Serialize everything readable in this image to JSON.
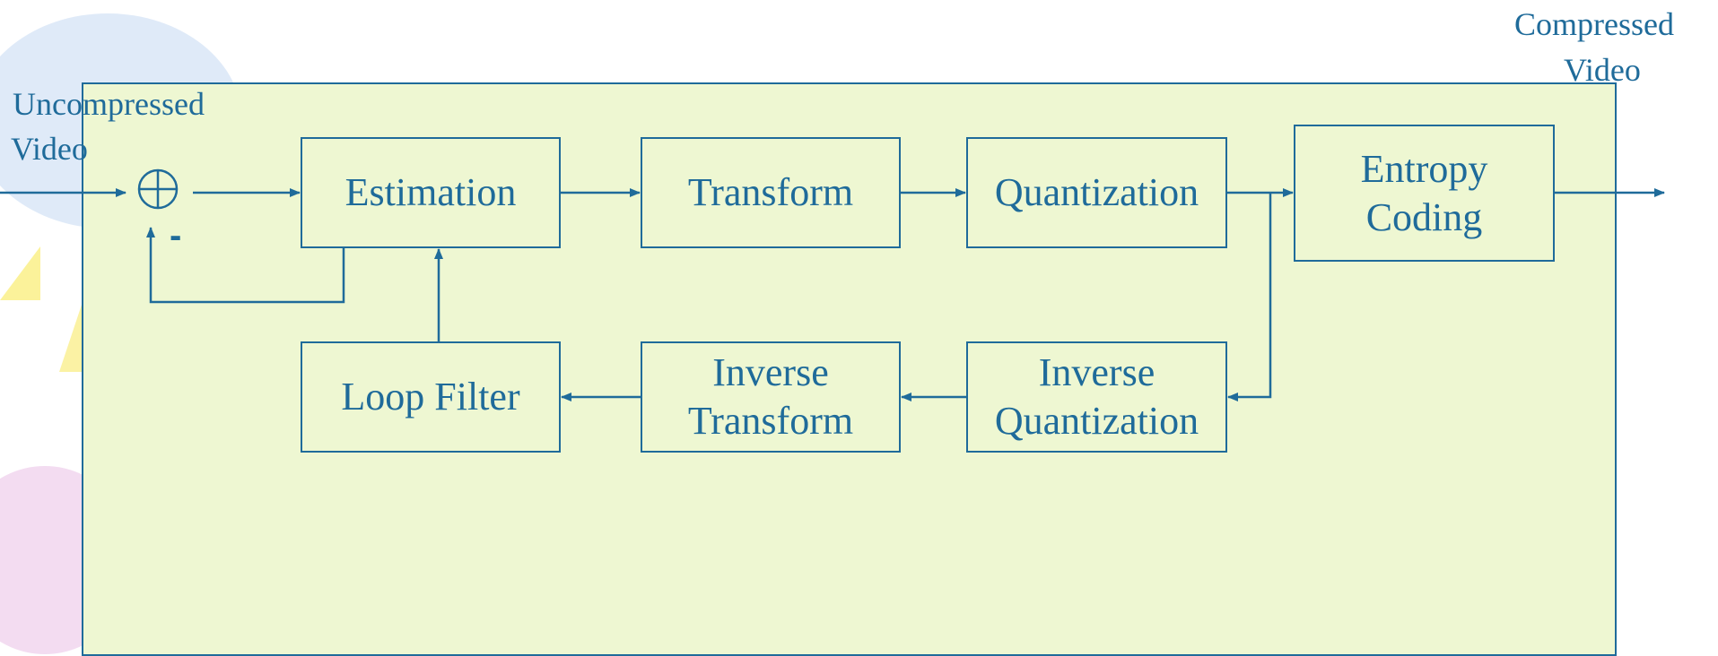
{
  "labels": {
    "input": [
      "Uncompressed",
      "Video"
    ],
    "output": [
      "Compressed",
      "Video"
    ],
    "minus": "-"
  },
  "blocks": {
    "estimation": "Estimation",
    "transform": "Transform",
    "quantization": "Quantization",
    "entropy": [
      "Entropy",
      "Coding"
    ],
    "loop_filter": "Loop Filter",
    "inverse_transform": [
      "Inverse",
      "Transform"
    ],
    "inverse_quantization": [
      "Inverse",
      "Quantization"
    ]
  },
  "colors": {
    "stroke": "#1f6b9a",
    "panel": "#eef7d2"
  },
  "icons": {
    "summing_junction": "circle-plus"
  }
}
